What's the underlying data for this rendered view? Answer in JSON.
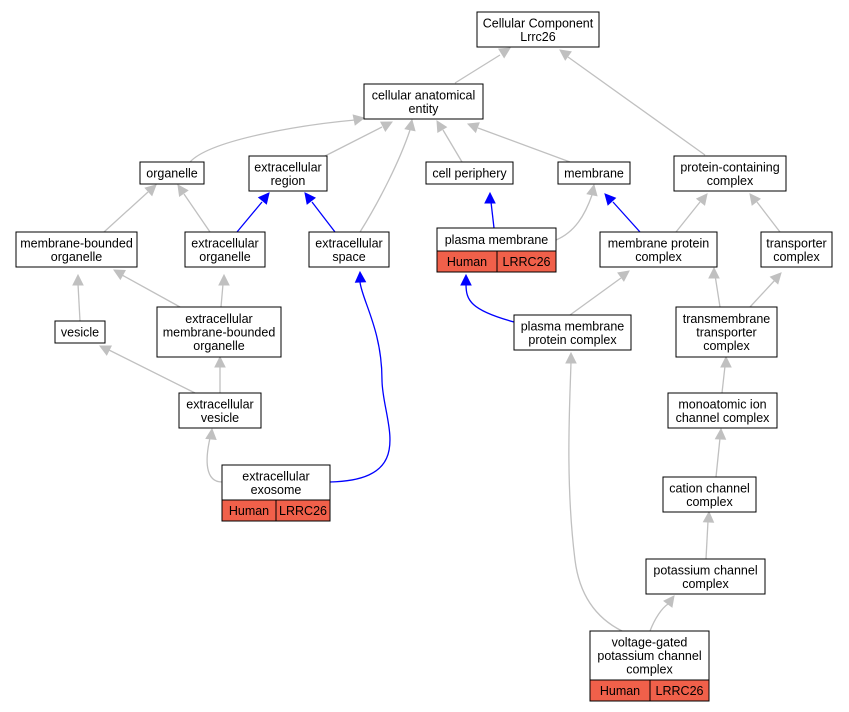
{
  "colors": {
    "gray_edge": "#c0c0c0",
    "blue_edge": "#0000ff",
    "tag_fill": "#f0604a"
  },
  "nodes": {
    "cc_root": {
      "lines": [
        "Cellular Component",
        "Lrrc26"
      ]
    },
    "cae": {
      "lines": [
        "cellular anatomical",
        "entity"
      ]
    },
    "organelle": {
      "lines": [
        "organelle"
      ]
    },
    "ecr": {
      "lines": [
        "extracellular",
        "region"
      ]
    },
    "cellper": {
      "lines": [
        "cell periphery"
      ]
    },
    "membrane": {
      "lines": [
        "membrane"
      ]
    },
    "pcc": {
      "lines": [
        "protein-containing",
        "complex"
      ]
    },
    "mbo": {
      "lines": [
        "membrane-bounded",
        "organelle"
      ]
    },
    "eco": {
      "lines": [
        "extracellular",
        "organelle"
      ]
    },
    "ecs": {
      "lines": [
        "extracellular",
        "space"
      ]
    },
    "pm": {
      "lines": [
        "plasma membrane"
      ],
      "tags": [
        "Human",
        "LRRC26"
      ]
    },
    "mpc": {
      "lines": [
        "membrane protein",
        "complex"
      ]
    },
    "trc": {
      "lines": [
        "transporter",
        "complex"
      ]
    },
    "ves": {
      "lines": [
        "vesicle"
      ]
    },
    "embo": {
      "lines": [
        "extracellular",
        "membrane-bounded",
        "organelle"
      ]
    },
    "pmpc": {
      "lines": [
        "plasma membrane",
        "protein complex"
      ]
    },
    "tmtc": {
      "lines": [
        "transmembrane",
        "transporter",
        "complex"
      ]
    },
    "ecv": {
      "lines": [
        "extracellular",
        "vesicle"
      ]
    },
    "mic": {
      "lines": [
        "monoatomic ion",
        "channel complex"
      ]
    },
    "exo": {
      "lines": [
        "extracellular",
        "exosome"
      ],
      "tags": [
        "Human",
        "LRRC26"
      ]
    },
    "ccc": {
      "lines": [
        "cation channel",
        "complex"
      ]
    },
    "kcc": {
      "lines": [
        "potassium channel",
        "complex"
      ]
    },
    "vgkc": {
      "lines": [
        "voltage-gated",
        "potassium channel",
        "complex"
      ],
      "tags": [
        "Human",
        "LRRC26"
      ]
    }
  }
}
